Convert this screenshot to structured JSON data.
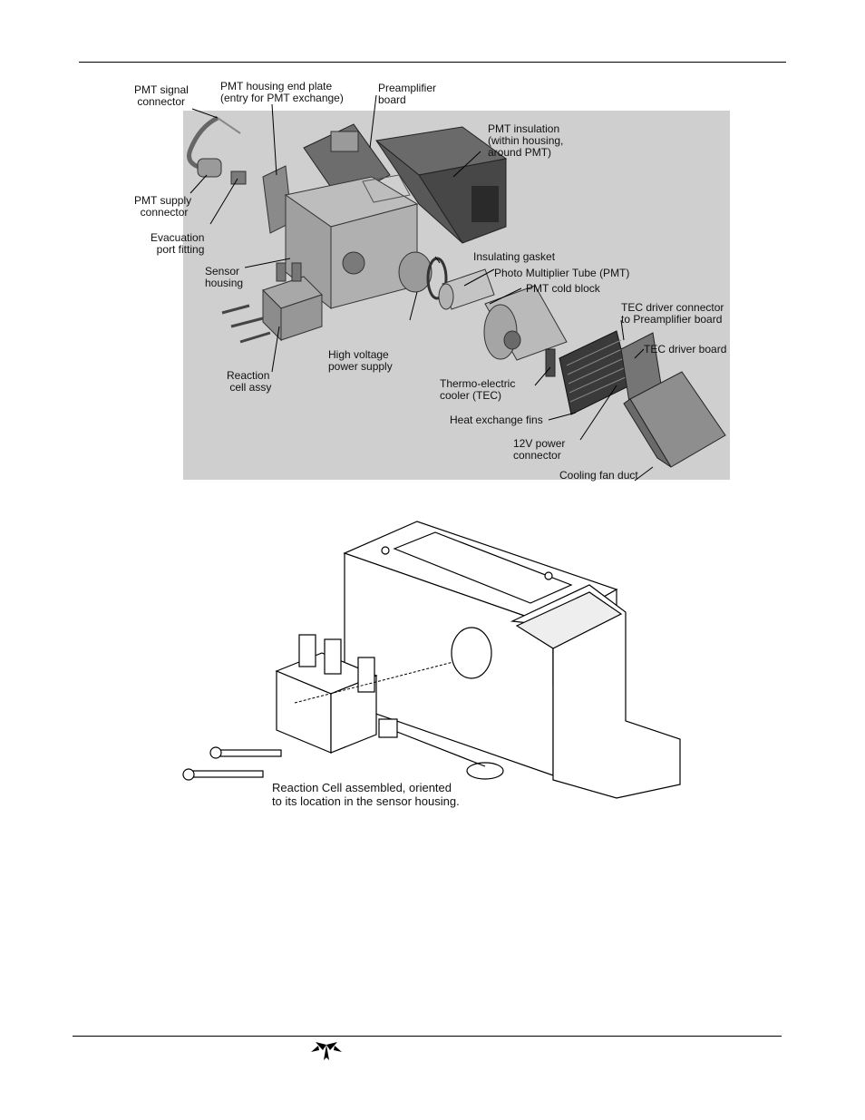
{
  "figure1": {
    "labels": {
      "pmt_signal_connector": "PMT signal\n connector",
      "pmt_housing_end_plate": "PMT housing end plate\n(entry for PMT exchange)",
      "preamplifier_board": "Preamplifier\nboard",
      "pmt_insulation": "PMT insulation\n(within housing,\naround PMT)",
      "pmt_supply_connector": "PMT supply\n  connector",
      "evacuation_port_fitting": "Evacuation\n  port fitting",
      "sensor_housing": "Sensor\nhousing",
      "insulating_gasket": "Insulating gasket",
      "photo_multiplier_tube": "Photo Multiplier Tube (PMT)",
      "pmt_cold_block": "PMT cold block",
      "tec_driver_connector": "TEC driver connector\nto Preamplifier board",
      "tec_driver_board": "TEC driver board",
      "high_voltage_power_supply": "High voltage\npower supply",
      "reaction_cell_assy": "Reaction\n cell assy",
      "thermo_electric_cooler": "Thermo-electric\ncooler (TEC)",
      "heat_exchange_fins": "Heat exchange fins",
      "power_connector_12v": "12V power\nconnector",
      "cooling_fan_duct": "Cooling fan duct"
    }
  },
  "figure2": {
    "caption": "Reaction Cell assembled, oriented\nto its location in the sensor housing."
  },
  "footer": {
    "logo": "teledyne-logo"
  }
}
